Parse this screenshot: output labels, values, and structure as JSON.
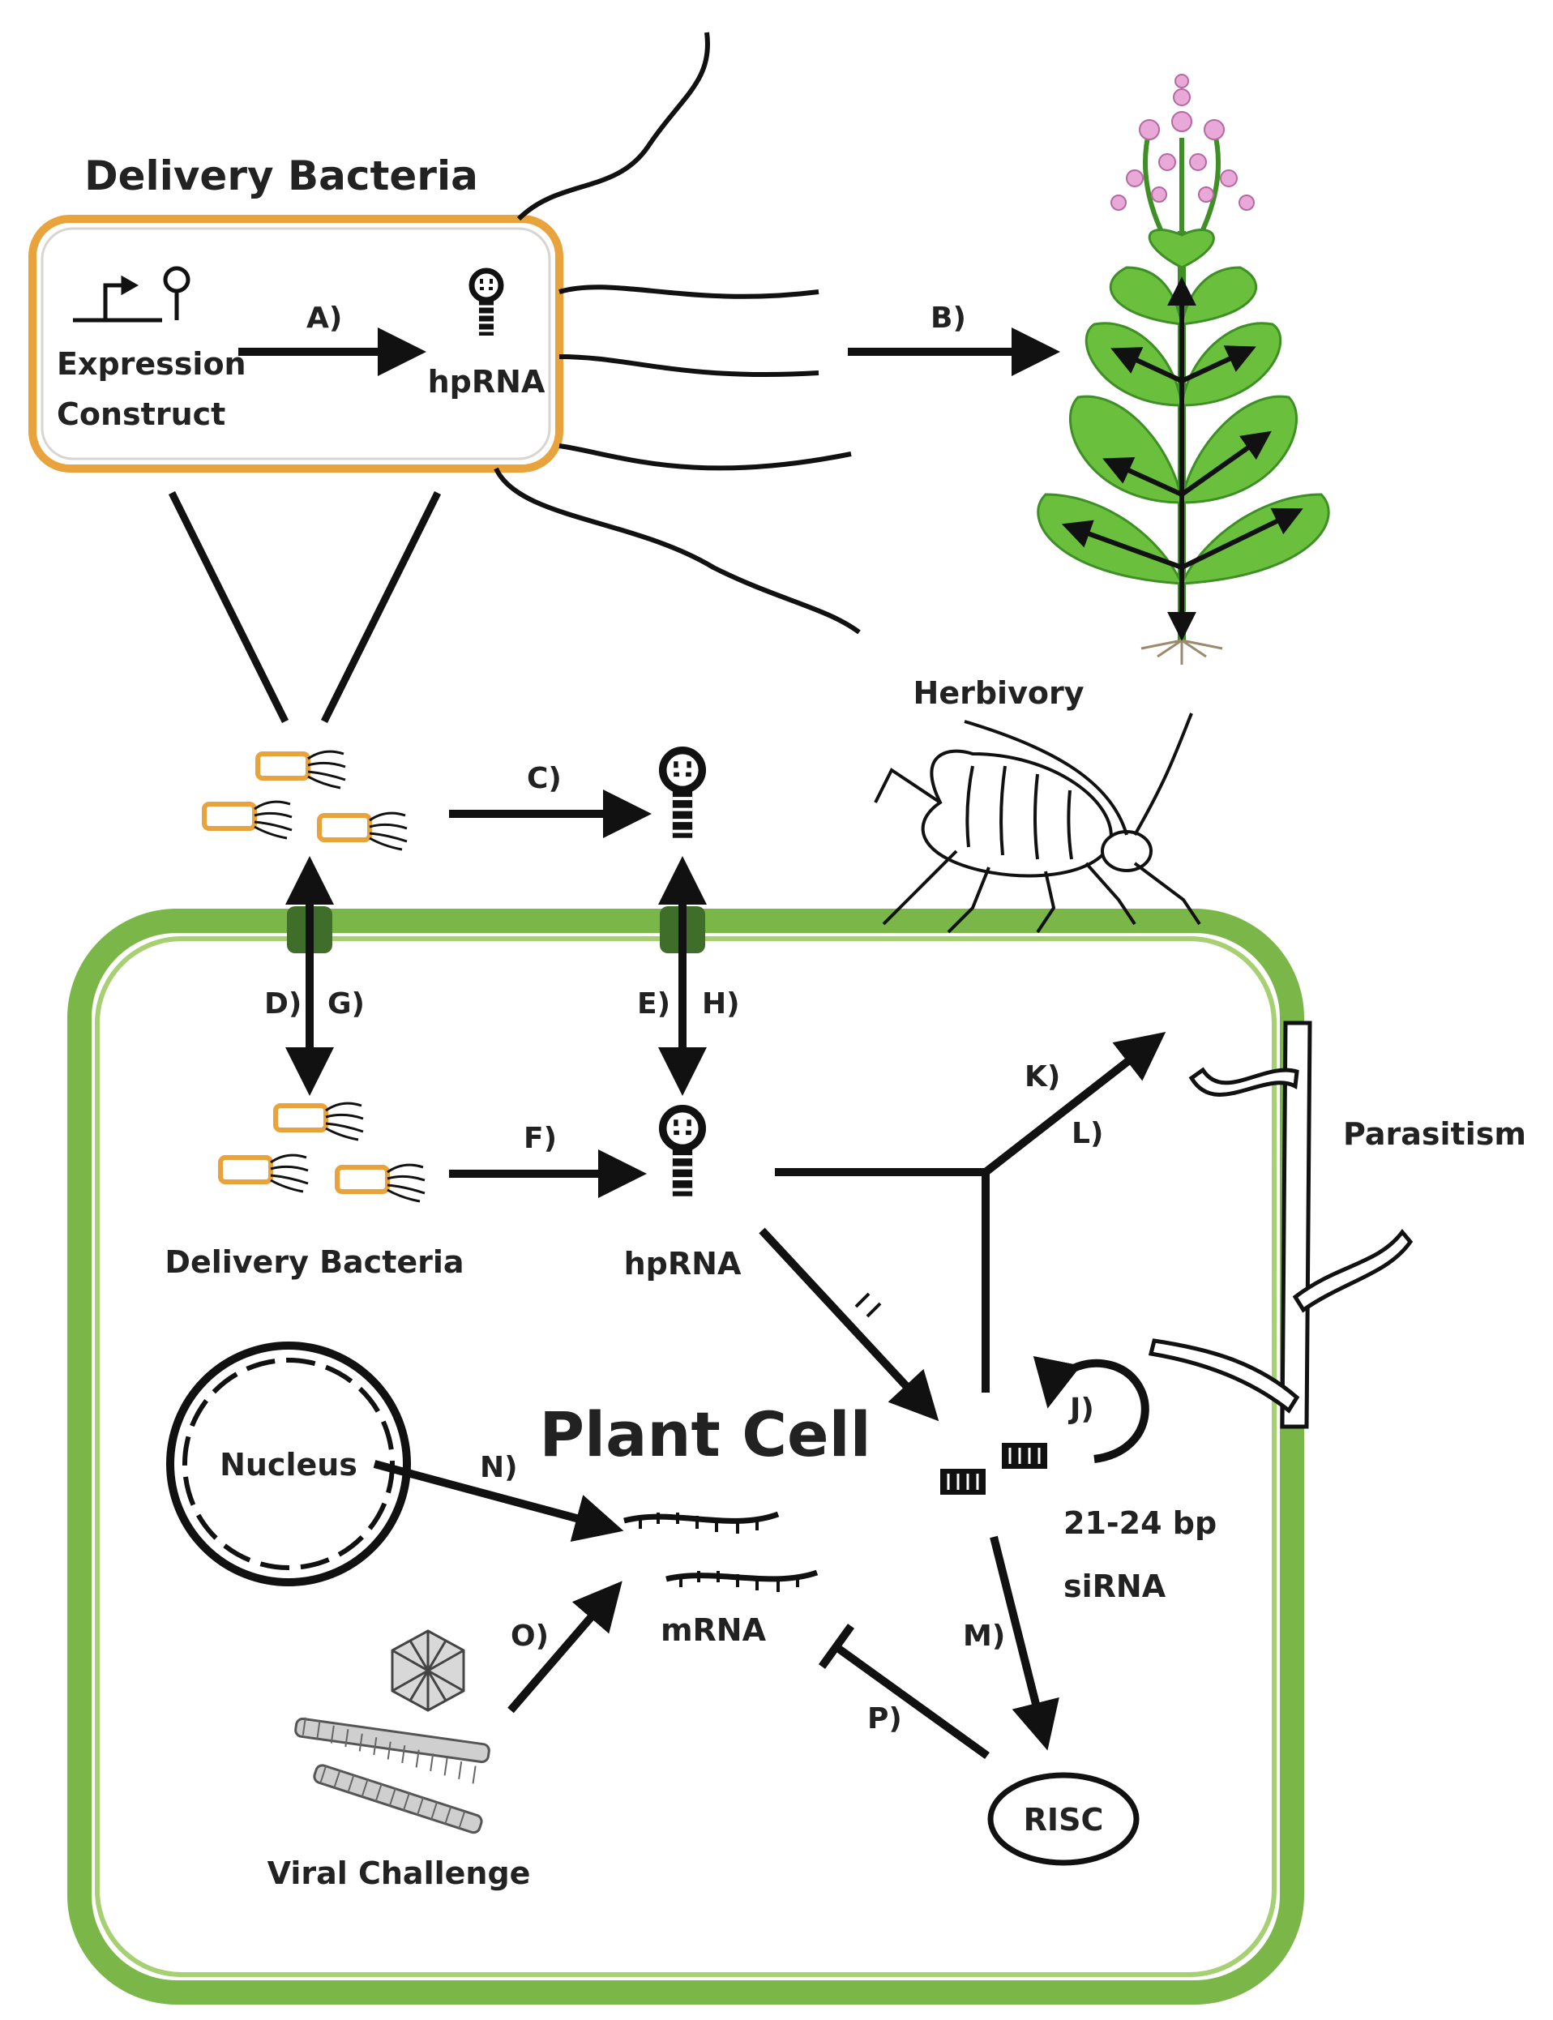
{
  "labels": {
    "delivery_bacteria_top": "Delivery Bacteria",
    "expression": "Expression",
    "construct": "Construct",
    "hprna_top": "hpRNA",
    "herbivory": "Herbivory",
    "parasitism": "Parasitism",
    "delivery_bacteria_inner": "Delivery Bacteria",
    "hprna_inner": "hpRNA",
    "plant_cell": "Plant Cell",
    "nucleus": "Nucleus",
    "mrna": "mRNA",
    "sirna_line1": "21-24 bp",
    "sirna_line2": "siRNA",
    "risc": "RISC",
    "viral_challenge": "Viral Challenge"
  },
  "arrow_labels": {
    "a": "A)",
    "b": "B)",
    "c": "C)",
    "d": "D)",
    "e": "E)",
    "f": "F)",
    "g": "G)",
    "h": "H)",
    "j": "J)",
    "k": "K)",
    "l": "L)",
    "m": "M)",
    "n": "N)",
    "o": "O)",
    "p": "P)"
  },
  "colors": {
    "cell_wall": "#7ab648",
    "cell_wall_light": "#a6d072",
    "channel": "#3f6e2b",
    "bacteria_border": "#e8a33c",
    "leaf": "#6abf3c",
    "leaf_dark": "#3e8f25",
    "flower": "#e9a9d8",
    "ink": "#111111"
  }
}
